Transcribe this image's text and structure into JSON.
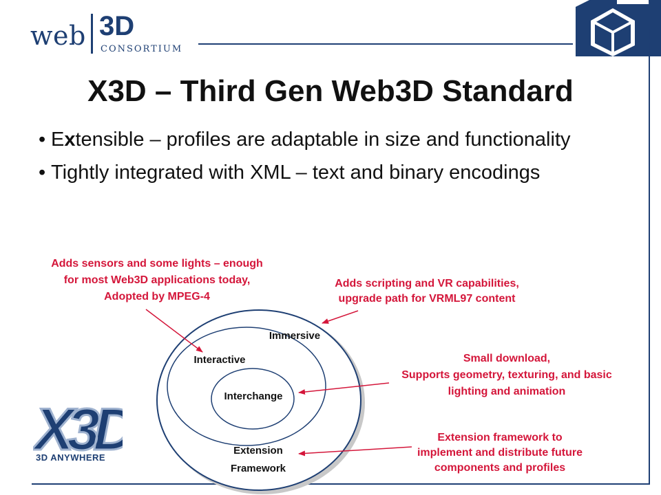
{
  "header": {
    "logo_web": "web",
    "logo_3d": "3D",
    "logo_consortium": "CONSORTIUM"
  },
  "title": "X3D – Third Gen Web3D Standard",
  "bullets": [
    {
      "lead": "E",
      "bold": "x",
      "rest": "tensible – profiles are adaptable in size and functionality"
    },
    {
      "lead": "",
      "bold": "",
      "rest": "Tightly integrated with XML – text and binary encodings"
    }
  ],
  "bullet_glyph": "•",
  "diagram": {
    "levels": {
      "immersive": "Immersive",
      "interactive": "Interactive",
      "interchange": "Interchange",
      "extension": [
        "Extension",
        "Framework"
      ]
    },
    "notes": {
      "interactive": [
        "Adds sensors and some lights – enough",
        "for most Web3D applications today,",
        "Adopted by MPEG-4"
      ],
      "immersive": [
        "Adds scripting and VR capabilities,",
        "upgrade path for VRML97 content"
      ],
      "interchange": [
        "Small download,",
        "Supports geometry, texturing, and basic",
        "lighting and animation"
      ],
      "extension": [
        "Extension framework to",
        "implement and distribute future",
        "components and profiles"
      ]
    }
  },
  "footer_logo": {
    "mark": "X3D",
    "tagline": "3D ANYWHERE"
  },
  "colors": {
    "brand_blue": "#1e3f73",
    "annotation_red": "#d4163a",
    "text": "#111111"
  },
  "icons": [
    "cube-logo-icon",
    "x3d-logo-icon"
  ]
}
